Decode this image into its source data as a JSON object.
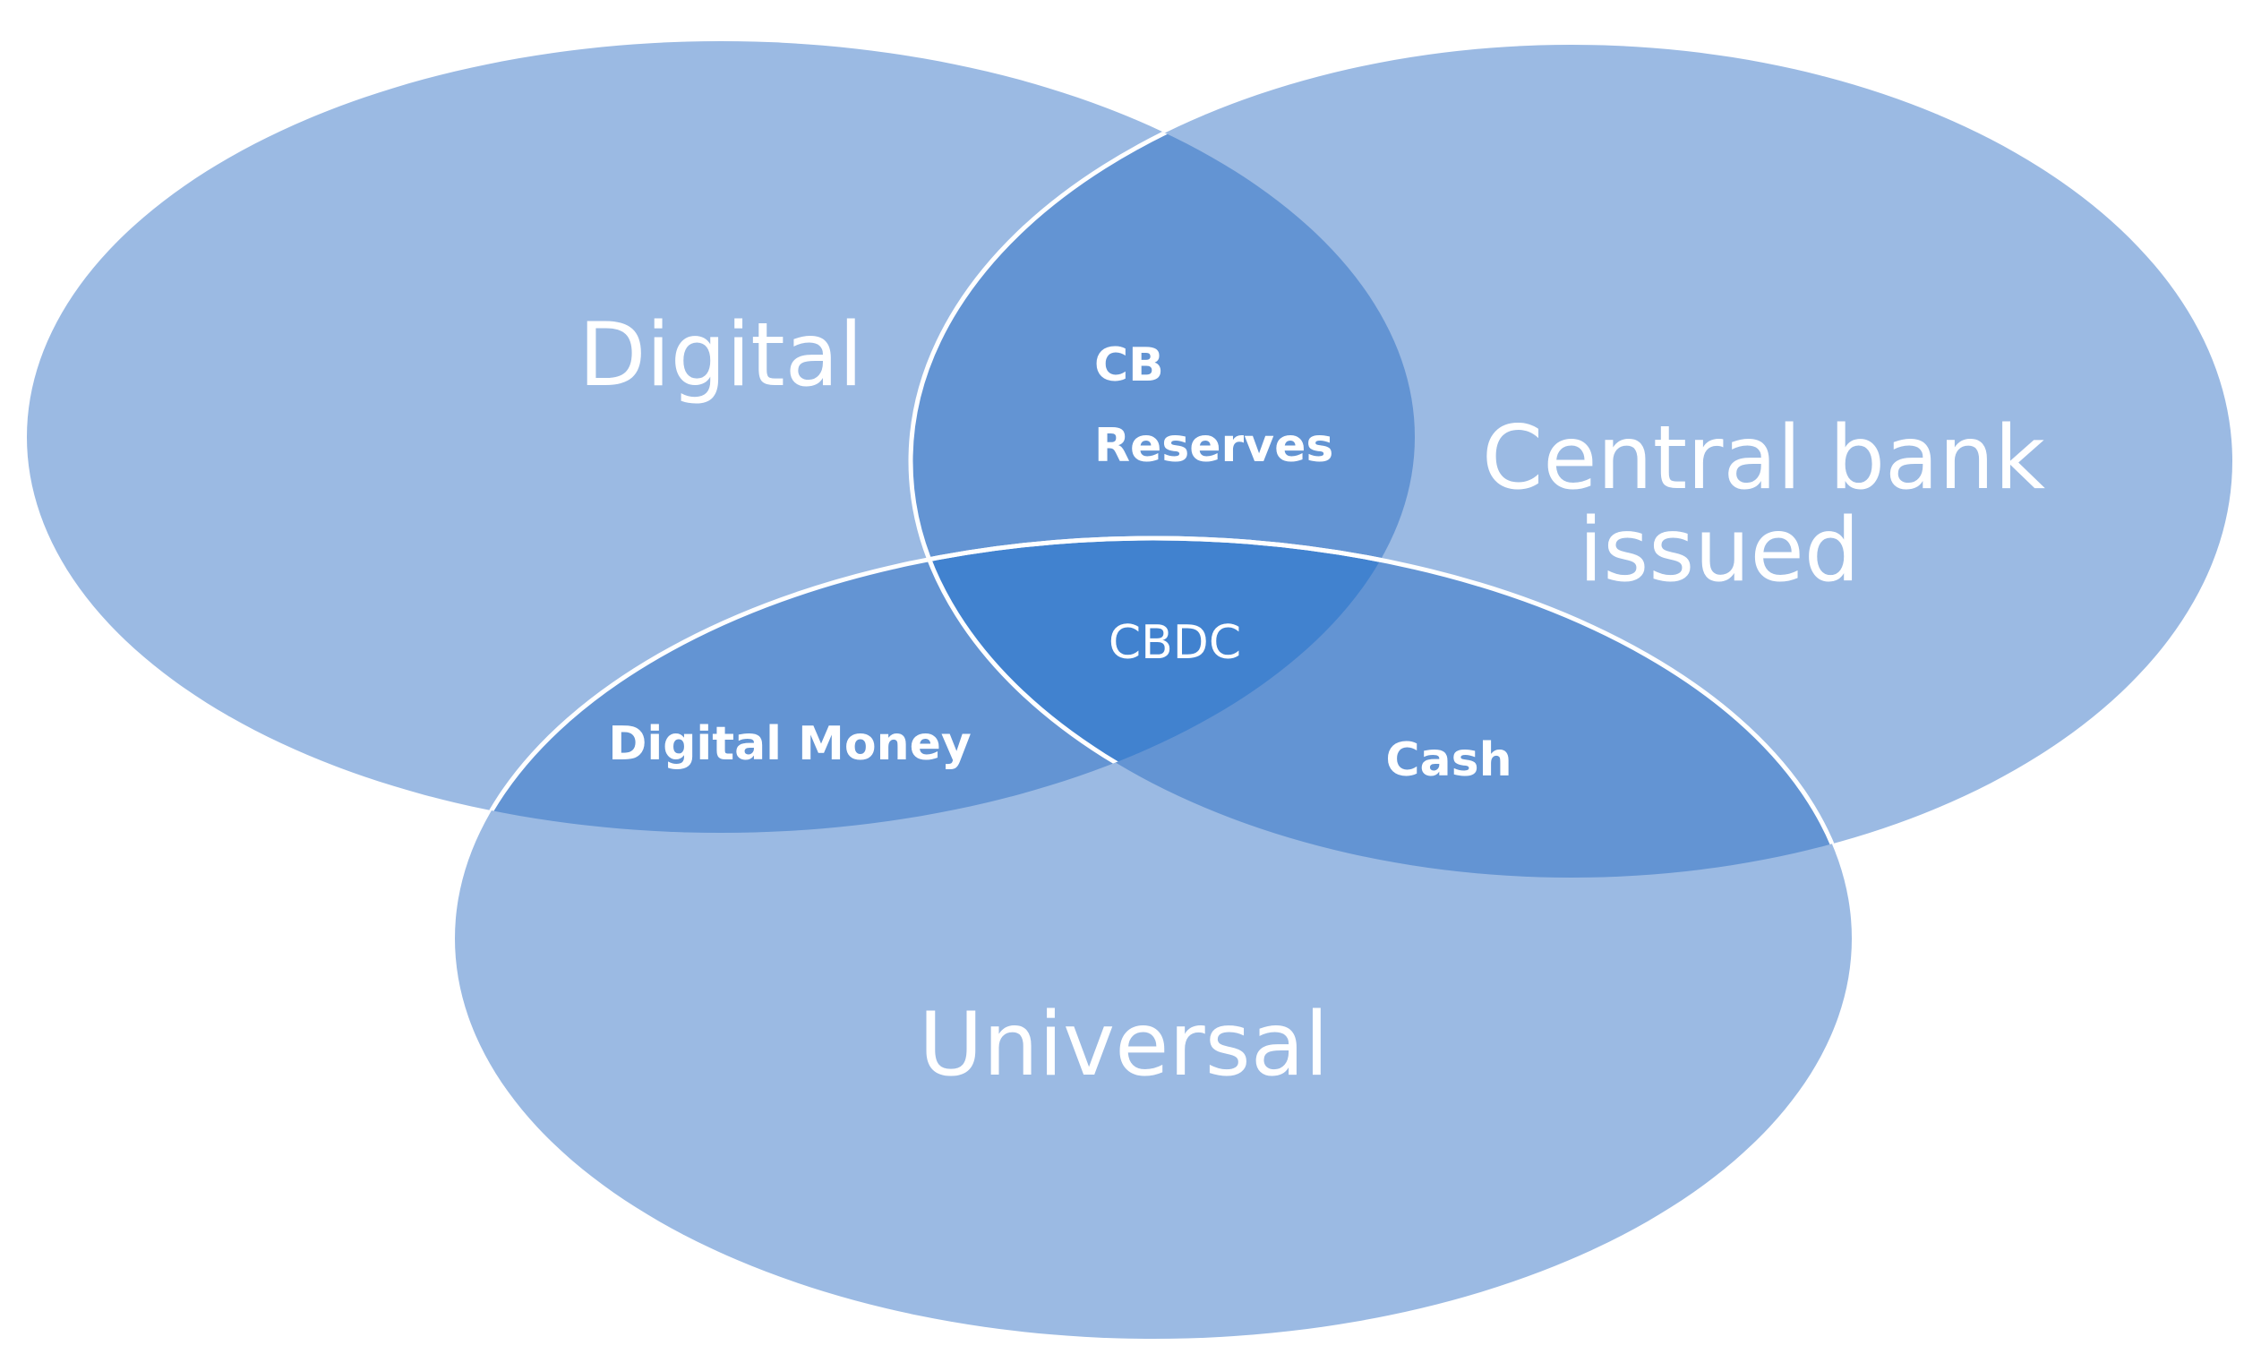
{
  "diagram": {
    "type": "venn",
    "colors": {
      "circle_fill": "#9bbae3",
      "overlap_two": "#6394d3",
      "overlap_three": "#4182cf",
      "outline": "#ffffff",
      "text": "#ffffff"
    },
    "sets": {
      "digital": "Digital",
      "central_bank": [
        "Central bank",
        "issued"
      ],
      "universal": "Universal"
    },
    "intersections": {
      "digital_central_bank": [
        "CB",
        "Reserves"
      ],
      "digital_universal": "Digital Money",
      "central_bank_universal": "Cash",
      "all_three": "CBDC"
    }
  }
}
